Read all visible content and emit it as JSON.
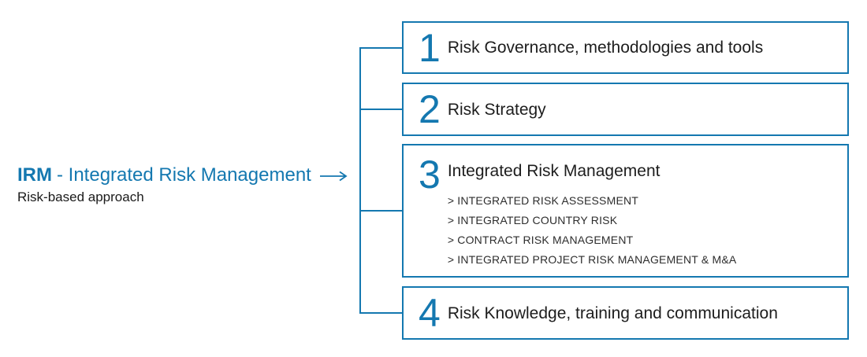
{
  "colors": {
    "accent": "#1478b0",
    "ink": "#1d1d1d"
  },
  "left_label": {
    "acronym": "IRM",
    "rest": "- Integrated Risk Management",
    "arrow_icon": "right-arrow-icon",
    "subtitle": "Risk-based approach"
  },
  "boxes": [
    {
      "number": "1",
      "title": "Risk Governance, methodologies and tools"
    },
    {
      "number": "2",
      "title": "Risk Strategy"
    },
    {
      "number": "3",
      "title": "Integrated Risk Management",
      "items": [
        "> INTEGRATED RISK ASSESSMENT",
        "> INTEGRATED COUNTRY RISK",
        "> CONTRACT RISK MANAGEMENT",
        "> INTEGRATED PROJECT RISK MANAGEMENT & M&A"
      ]
    },
    {
      "number": "4",
      "title": "Risk Knowledge, training and communication"
    }
  ]
}
